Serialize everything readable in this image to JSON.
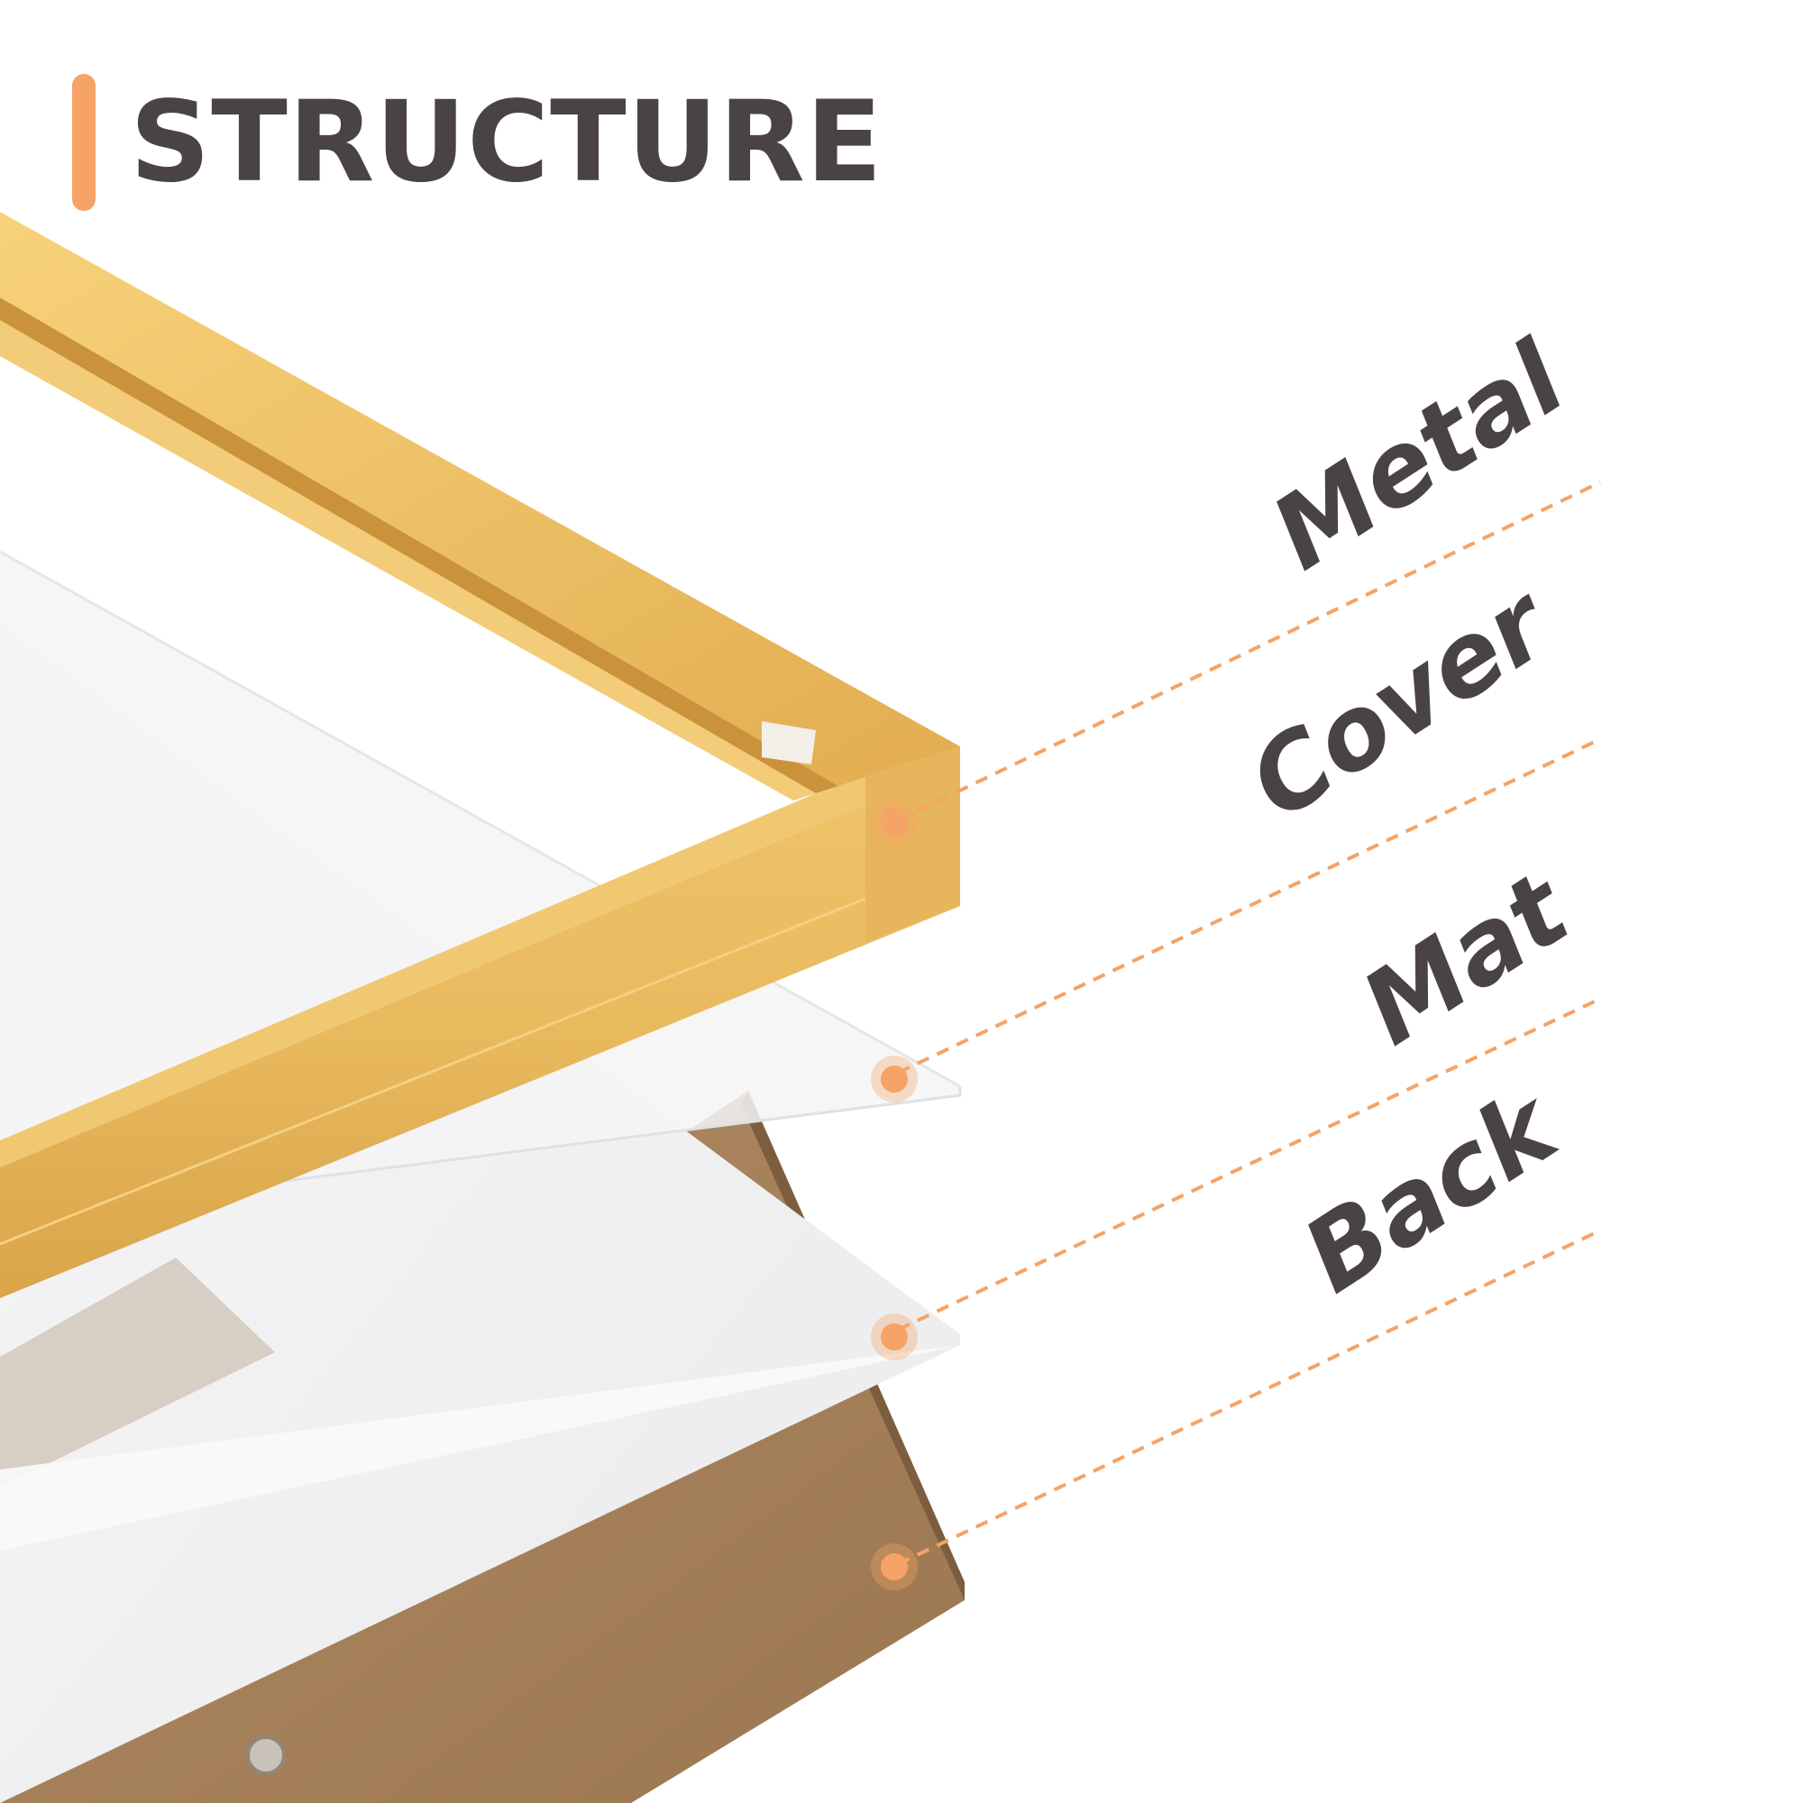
{
  "header": {
    "title": "STRUCTURE"
  },
  "layers": [
    {
      "label": "Metal"
    },
    {
      "label": "Cover"
    },
    {
      "label": "Mat"
    },
    {
      "label": "Back"
    }
  ],
  "colors": {
    "accent": "#f5a366",
    "text": "#494443",
    "frame_gold": "#e6b75f",
    "backboard": "#a5825d",
    "mat": "#f1f1f2"
  }
}
